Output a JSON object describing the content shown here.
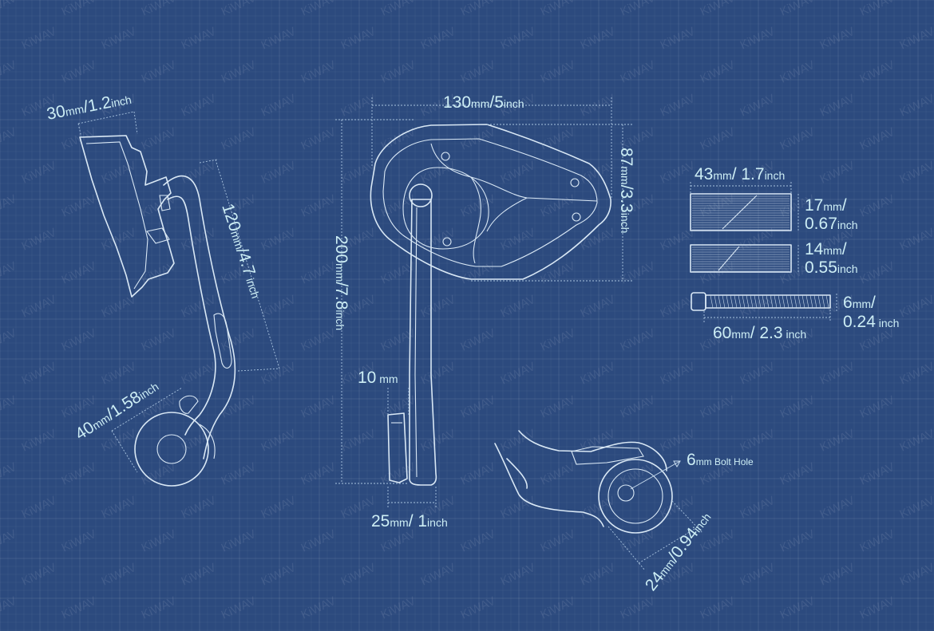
{
  "watermark": "KiWAV",
  "colors": {
    "background": "#2c4a7e",
    "line": "#d9e8f5",
    "label": "#cdeef5"
  },
  "dimensions": {
    "side_width": {
      "value": "30",
      "unit": "mm",
      "sep": "/",
      "alt": "1.2",
      "alt_unit": "inch"
    },
    "side_height": {
      "value": "120",
      "unit": "mm",
      "sep": "/",
      "alt": "4.7",
      "alt_unit": " inch"
    },
    "side_clamp": {
      "value": "40",
      "unit": "mm",
      "sep": "/",
      "alt": "1.58",
      "alt_unit": "inch"
    },
    "front_width": {
      "value": "130",
      "unit": "mm",
      "sep": "/",
      "alt": "5",
      "alt_unit": "inch"
    },
    "front_height": {
      "value": "87",
      "unit": "mm",
      "sep": "/",
      "alt": "3.3",
      "alt_unit": "inch"
    },
    "total_height": {
      "value": "200",
      "unit": "mm",
      "sep": "/",
      "alt": "7.8",
      "alt_unit": "inch"
    },
    "arm_thickness": {
      "value": "10",
      "unit": " mm"
    },
    "base_width": {
      "value": "25",
      "unit": "mm",
      "sep": "/ ",
      "alt": "1",
      "alt_unit": "inch"
    },
    "spacer_width": {
      "value": "43",
      "unit": "mm",
      "sep": "/ ",
      "alt": "1.7",
      "alt_unit": "inch"
    },
    "spacer1_height": {
      "value": "17",
      "unit": "mm",
      "sep": "/",
      "alt": "0.67",
      "alt_unit": "inch"
    },
    "spacer2_height": {
      "value": "14",
      "unit": "mm",
      "sep": "/",
      "alt": "0.55",
      "alt_unit": "inch"
    },
    "bolt_diameter": {
      "value": "6",
      "unit": "mm",
      "sep": "/",
      "alt": "0.24",
      "alt_unit": " inch"
    },
    "bolt_length": {
      "value": "60",
      "unit": "mm",
      "sep": "/ ",
      "alt": "2.3",
      "alt_unit": " inch"
    },
    "bolt_hole": {
      "value": "6",
      "unit": "mm Bolt Hole"
    },
    "clamp_diameter": {
      "value": "24",
      "unit": "mm",
      "sep": "/",
      "alt": "0.94",
      "alt_unit": "inch"
    }
  }
}
